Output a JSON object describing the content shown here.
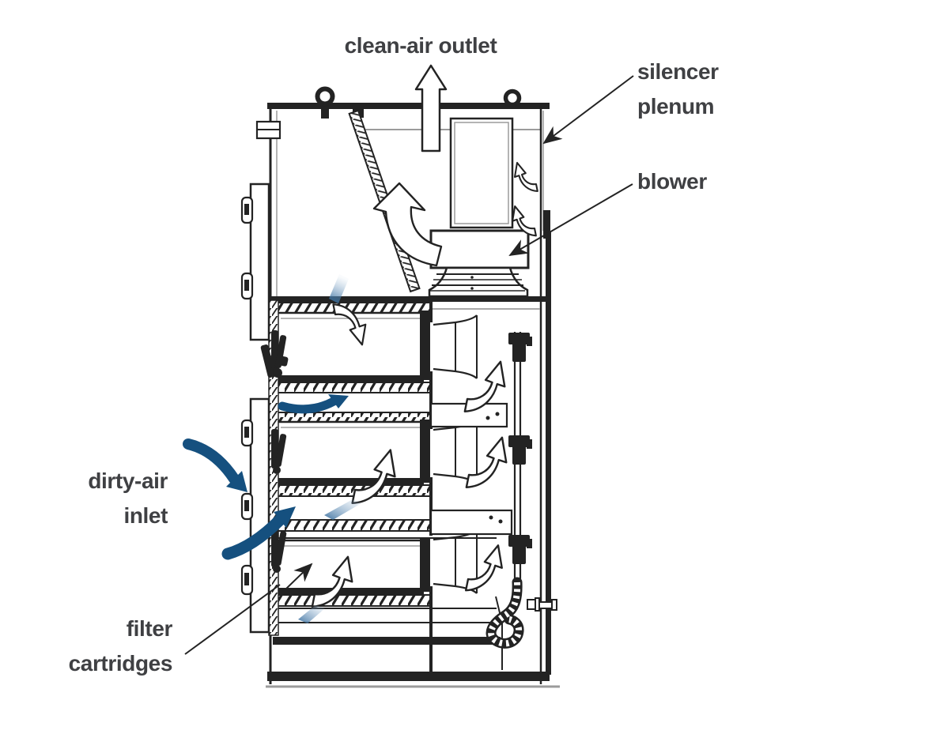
{
  "labels": {
    "clean_air_outlet": "clean-air outlet",
    "silencer_line1": "silencer",
    "silencer_line2": "plenum",
    "blower": "blower",
    "dirty_air_line1": "dirty-air",
    "dirty_air_line2": "inlet",
    "filter_line1": "filter",
    "filter_line2": "cartridges"
  },
  "colors": {
    "line": "#232323",
    "label": "#3f4043",
    "flow_arrow_blue": "#15507f",
    "flow_streak_blue": "#4677a8",
    "secondary_gray": "#9b9b9b",
    "background": "#ffffff"
  },
  "icons": {
    "up_arrow": "clean-air-outlet-flow-arrow",
    "blue_arrows": "dirty-air-inflow-arrows",
    "white_arrows": "internal-airflow-arrows",
    "leader_arrows": "label-leader-arrows"
  }
}
